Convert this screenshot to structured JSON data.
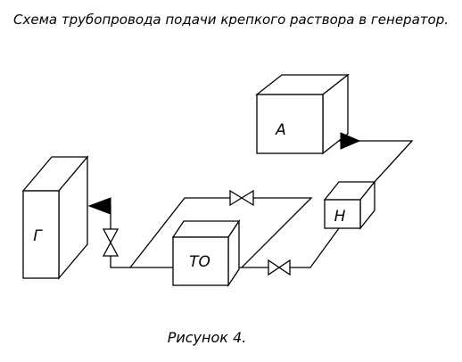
{
  "title": "Схема трубопровода подачи крепкого раствора в генератор.",
  "caption": "Рисунок 4.",
  "labels": {
    "generator": "Г",
    "apparatus_a": "А",
    "pump": "Н",
    "heat_exchanger": "ТО"
  },
  "colors": {
    "ink": "#000000",
    "paper": "#ffffff"
  }
}
